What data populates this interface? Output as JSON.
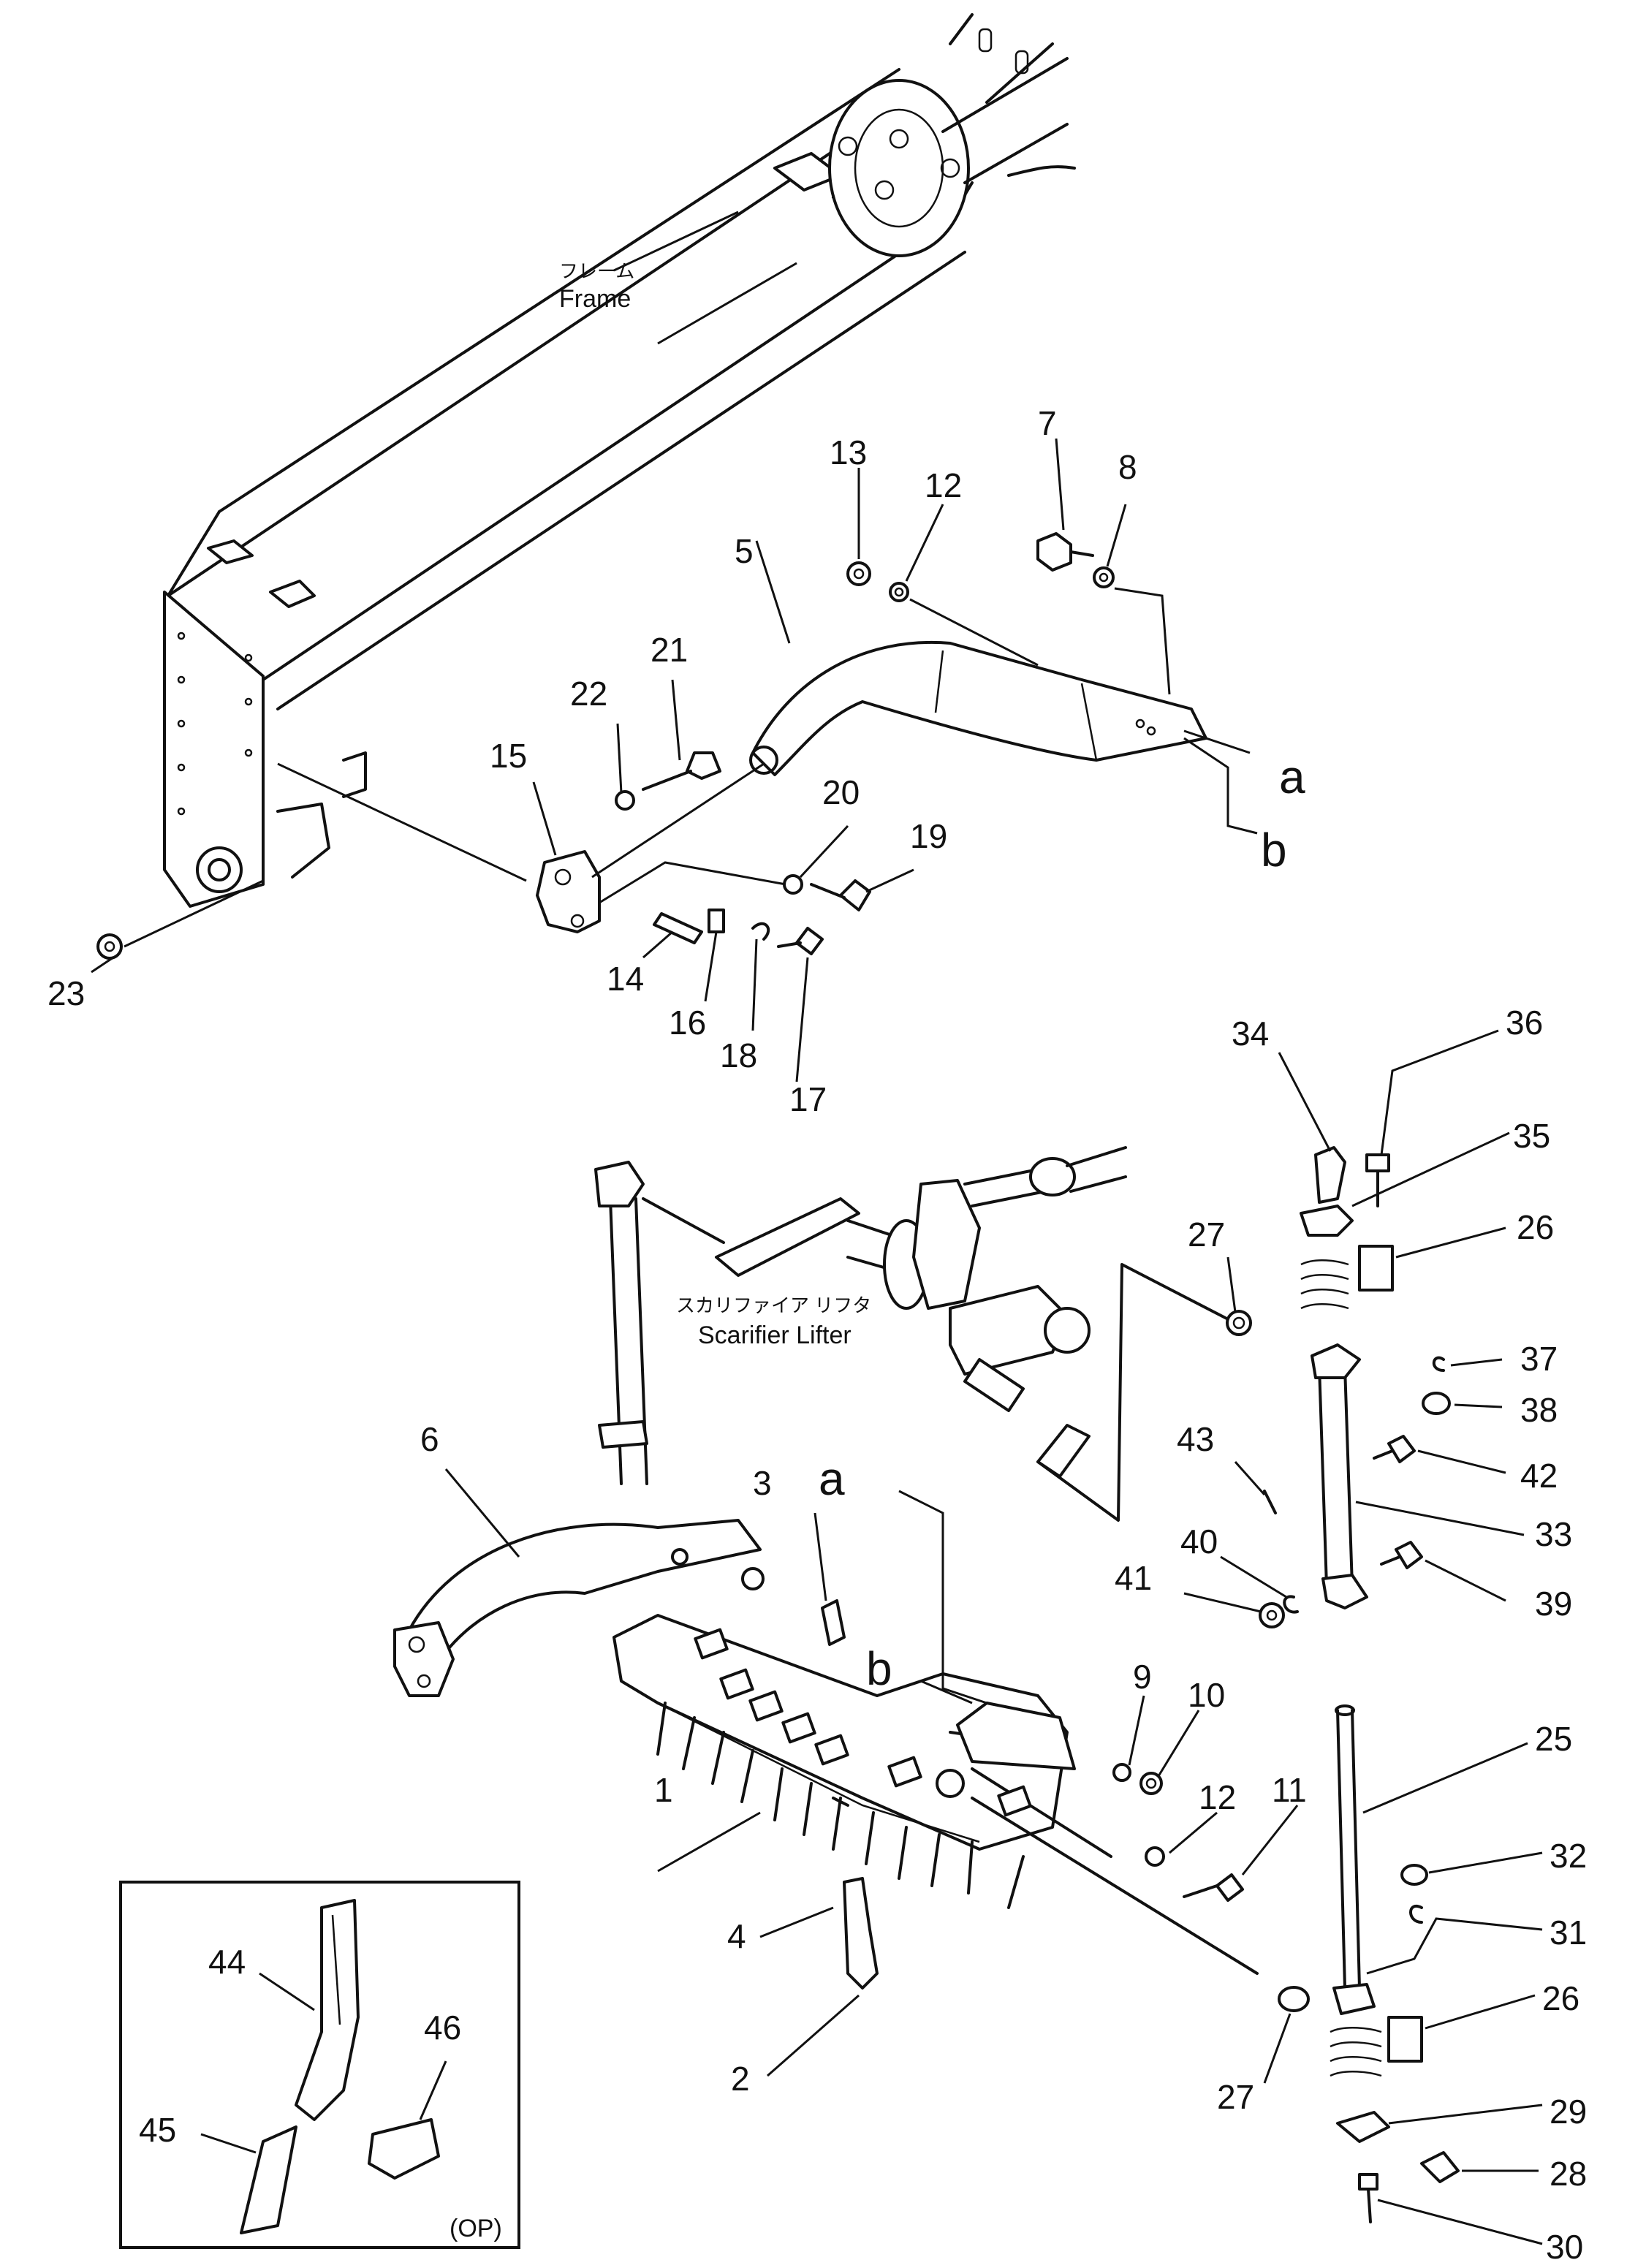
{
  "captions": {
    "frame_jp": "フレーム",
    "frame_en": "Frame",
    "lifter_jp": "スカリファイア リフタ",
    "lifter_en": "Scarifier Lifter",
    "option_box": "(OP)"
  },
  "refs": {
    "a": "a",
    "b": "b"
  },
  "parts": [
    {
      "n": "1"
    },
    {
      "n": "2"
    },
    {
      "n": "3"
    },
    {
      "n": "4"
    },
    {
      "n": "5"
    },
    {
      "n": "6"
    },
    {
      "n": "7"
    },
    {
      "n": "8"
    },
    {
      "n": "9"
    },
    {
      "n": "10"
    },
    {
      "n": "11"
    },
    {
      "n": "12"
    },
    {
      "n": "12"
    },
    {
      "n": "13"
    },
    {
      "n": "14"
    },
    {
      "n": "15"
    },
    {
      "n": "16"
    },
    {
      "n": "17"
    },
    {
      "n": "18"
    },
    {
      "n": "19"
    },
    {
      "n": "20"
    },
    {
      "n": "21"
    },
    {
      "n": "22"
    },
    {
      "n": "23"
    },
    {
      "n": "25"
    },
    {
      "n": "26"
    },
    {
      "n": "26"
    },
    {
      "n": "27"
    },
    {
      "n": "27"
    },
    {
      "n": "28"
    },
    {
      "n": "29"
    },
    {
      "n": "30"
    },
    {
      "n": "31"
    },
    {
      "n": "32"
    },
    {
      "n": "33"
    },
    {
      "n": "34"
    },
    {
      "n": "35"
    },
    {
      "n": "36"
    },
    {
      "n": "37"
    },
    {
      "n": "38"
    },
    {
      "n": "39"
    },
    {
      "n": "40"
    },
    {
      "n": "41"
    },
    {
      "n": "42"
    },
    {
      "n": "43"
    },
    {
      "n": "44"
    },
    {
      "n": "45"
    },
    {
      "n": "46"
    }
  ]
}
